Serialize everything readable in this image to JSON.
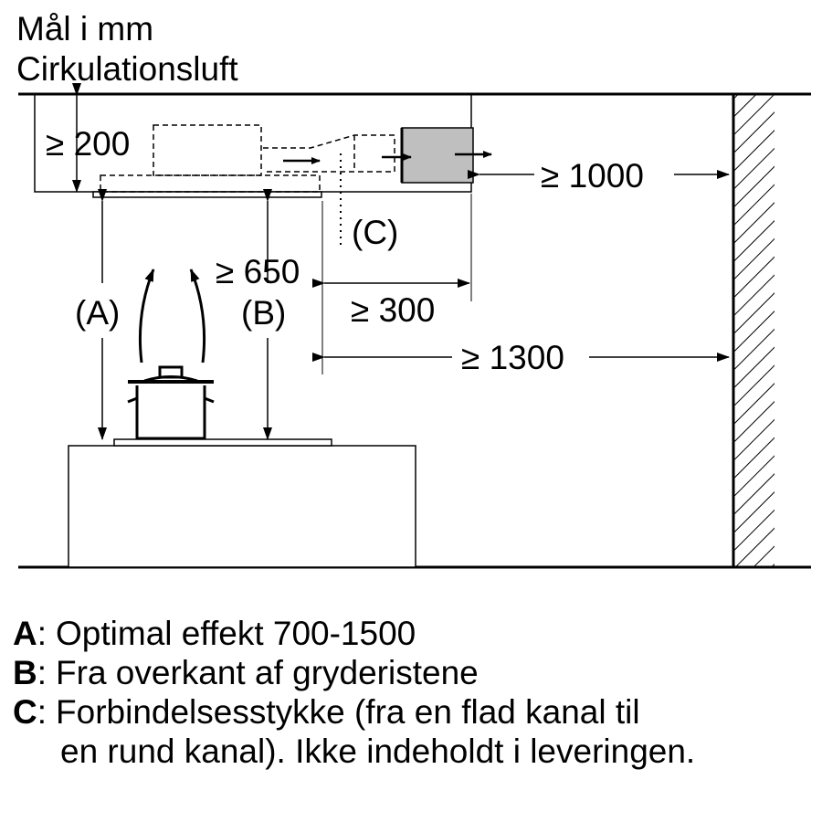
{
  "header": {
    "unit_note": "Mål i mm",
    "mode": "Cirkulationsluft"
  },
  "dimensions": {
    "min_height_housing": "≥ 200",
    "min_distance_wall_outlet": "≥ 1000",
    "min_clearance_hob": "≥ 650",
    "min_connector_length": "≥ 300",
    "min_distance_wall_hob": "≥ 1300",
    "label_a": "(A)",
    "label_b": "(B)",
    "label_c": "(C)"
  },
  "legend": {
    "items": [
      {
        "key": "A",
        "sep": ":",
        "text": "Optimal effekt 700-1500"
      },
      {
        "key": "B",
        "sep": ":",
        "text": "Fra overkant af gryderistene"
      },
      {
        "key": "C",
        "sep": ":",
        "text": "Forbindelsesstykke (fra en flad kanal til"
      }
    ],
    "continuation": "en rund kanal). Ikke indeholdt i leveringen."
  }
}
